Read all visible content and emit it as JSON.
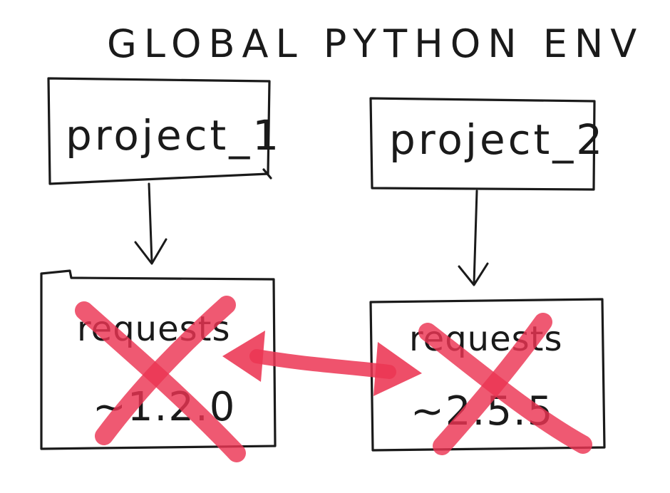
{
  "title": "GLOBAL PYTHON ENV",
  "projects": [
    {
      "label": "project_1"
    },
    {
      "label": "project_2"
    }
  ],
  "packages": [
    {
      "name": "requests",
      "version": "~1.2.0"
    },
    {
      "name": "requests",
      "version": "~2.5.5"
    }
  ],
  "colors": {
    "ink": "#1a1a1a",
    "marker_red": "#ec3553"
  },
  "icons": [
    "down-arrow-icon",
    "cross-out-mark",
    "double-headed-conflict-arrow"
  ]
}
